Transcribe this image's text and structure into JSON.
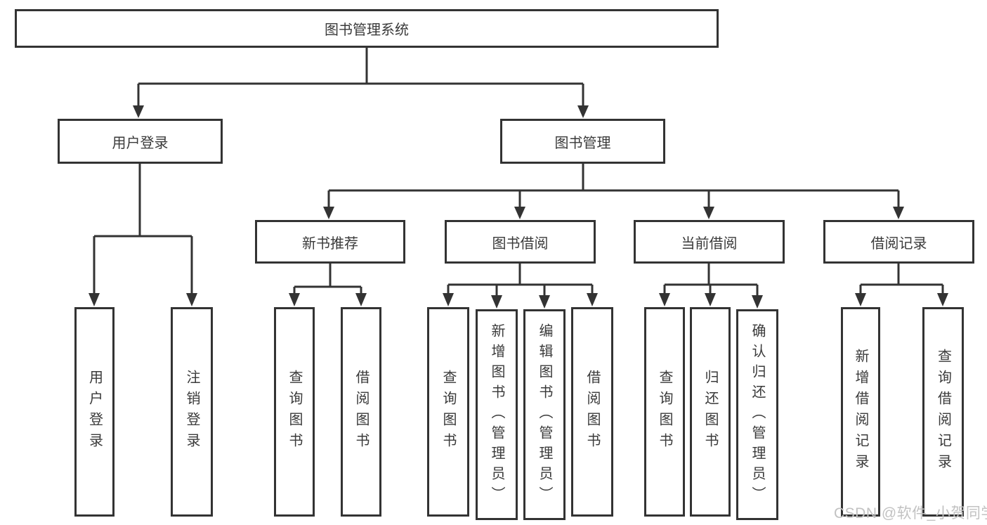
{
  "diagram": {
    "root": {
      "label": "图书管理系统"
    },
    "level2": {
      "login": {
        "label": "用户登录"
      },
      "book_mgmt": {
        "label": "图书管理"
      }
    },
    "level3": {
      "new_book": {
        "label": "新书推荐"
      },
      "book_borrow": {
        "label": "图书借阅"
      },
      "current_borrow": {
        "label": "当前借阅"
      },
      "borrow_records": {
        "label": "借阅记录"
      }
    },
    "leaves": {
      "user_login": {
        "label": "用户登录"
      },
      "logout": {
        "label": "注销登录"
      },
      "nb_query_book": {
        "label": "查询图书"
      },
      "nb_borrow_book": {
        "label": "借阅图书"
      },
      "bb_query_book": {
        "label": "查询图书"
      },
      "bb_add_book": {
        "label": "新增图书（管理员）"
      },
      "bb_edit_book": {
        "label": "编辑图书（管理员）"
      },
      "bb_borrow_book": {
        "label": "借阅图书"
      },
      "cb_query_book": {
        "label": "查询图书"
      },
      "cb_return_book": {
        "label": "归还图书"
      },
      "cb_confirm_return": {
        "label": "确认归还（管理员）"
      },
      "br_add_record": {
        "label": "新增借阅记录"
      },
      "br_query_record": {
        "label": "查询借阅记录"
      }
    },
    "watermark": "CSDN @软件_小贺同学",
    "colors": {
      "line": "#333333",
      "text": "#3a3a3a",
      "watermark": "#c2c2c2",
      "background": "#ffffff"
    }
  }
}
